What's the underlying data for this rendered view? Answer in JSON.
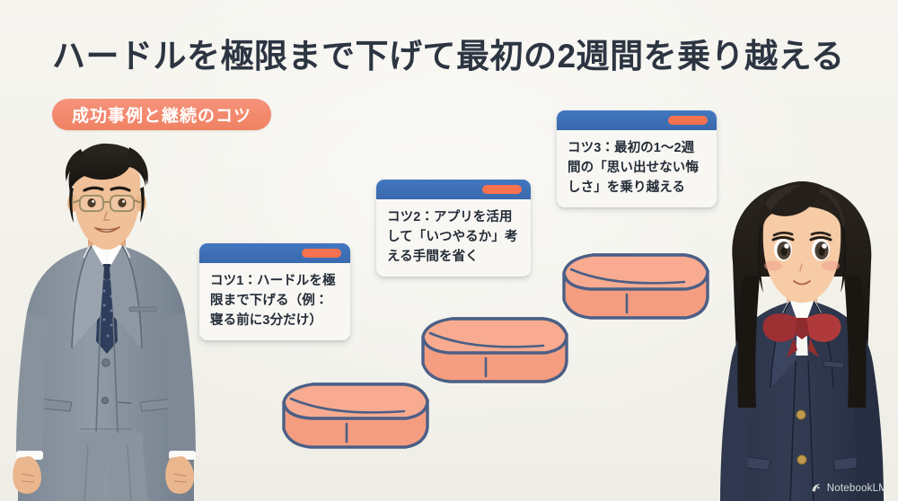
{
  "slide": {
    "title": "ハードルを極限まで下げて最初の2週間を乗り越える",
    "badge": "成功事例と継続のコツ",
    "background_color": "#F4F3EE",
    "title_color": "#2D3542",
    "badge_color": "#F08162",
    "card_header_color": "#3A69AE",
    "card_accent_color": "#F7734F",
    "block_color": "#F6A183",
    "block_outline_color": "#4B5F86"
  },
  "cards": [
    {
      "id": "card-1",
      "text": "コツ1：ハードルを極限まで下げる（例：寝る前に3分だけ）",
      "accent": "#F7734F"
    },
    {
      "id": "card-2",
      "text": "コツ2：アプリを活用して「いつやるか」考える手間を省く",
      "accent": "#F7734F"
    },
    {
      "id": "card-3",
      "text": "コツ3：最初の1〜2週間の「思い出せない悔しさ」を乗り越える",
      "accent": "#F7734F"
    }
  ],
  "blocks": [
    {
      "id": "step-block-1",
      "step": 1
    },
    {
      "id": "step-block-2",
      "step": 2
    },
    {
      "id": "step-block-3",
      "step": 3
    }
  ],
  "characters": [
    {
      "id": "businessman",
      "description": "スーツの男性"
    },
    {
      "id": "schoolgirl",
      "description": "制服の女子生徒"
    }
  ],
  "watermark": {
    "label": "NotebookLM"
  }
}
